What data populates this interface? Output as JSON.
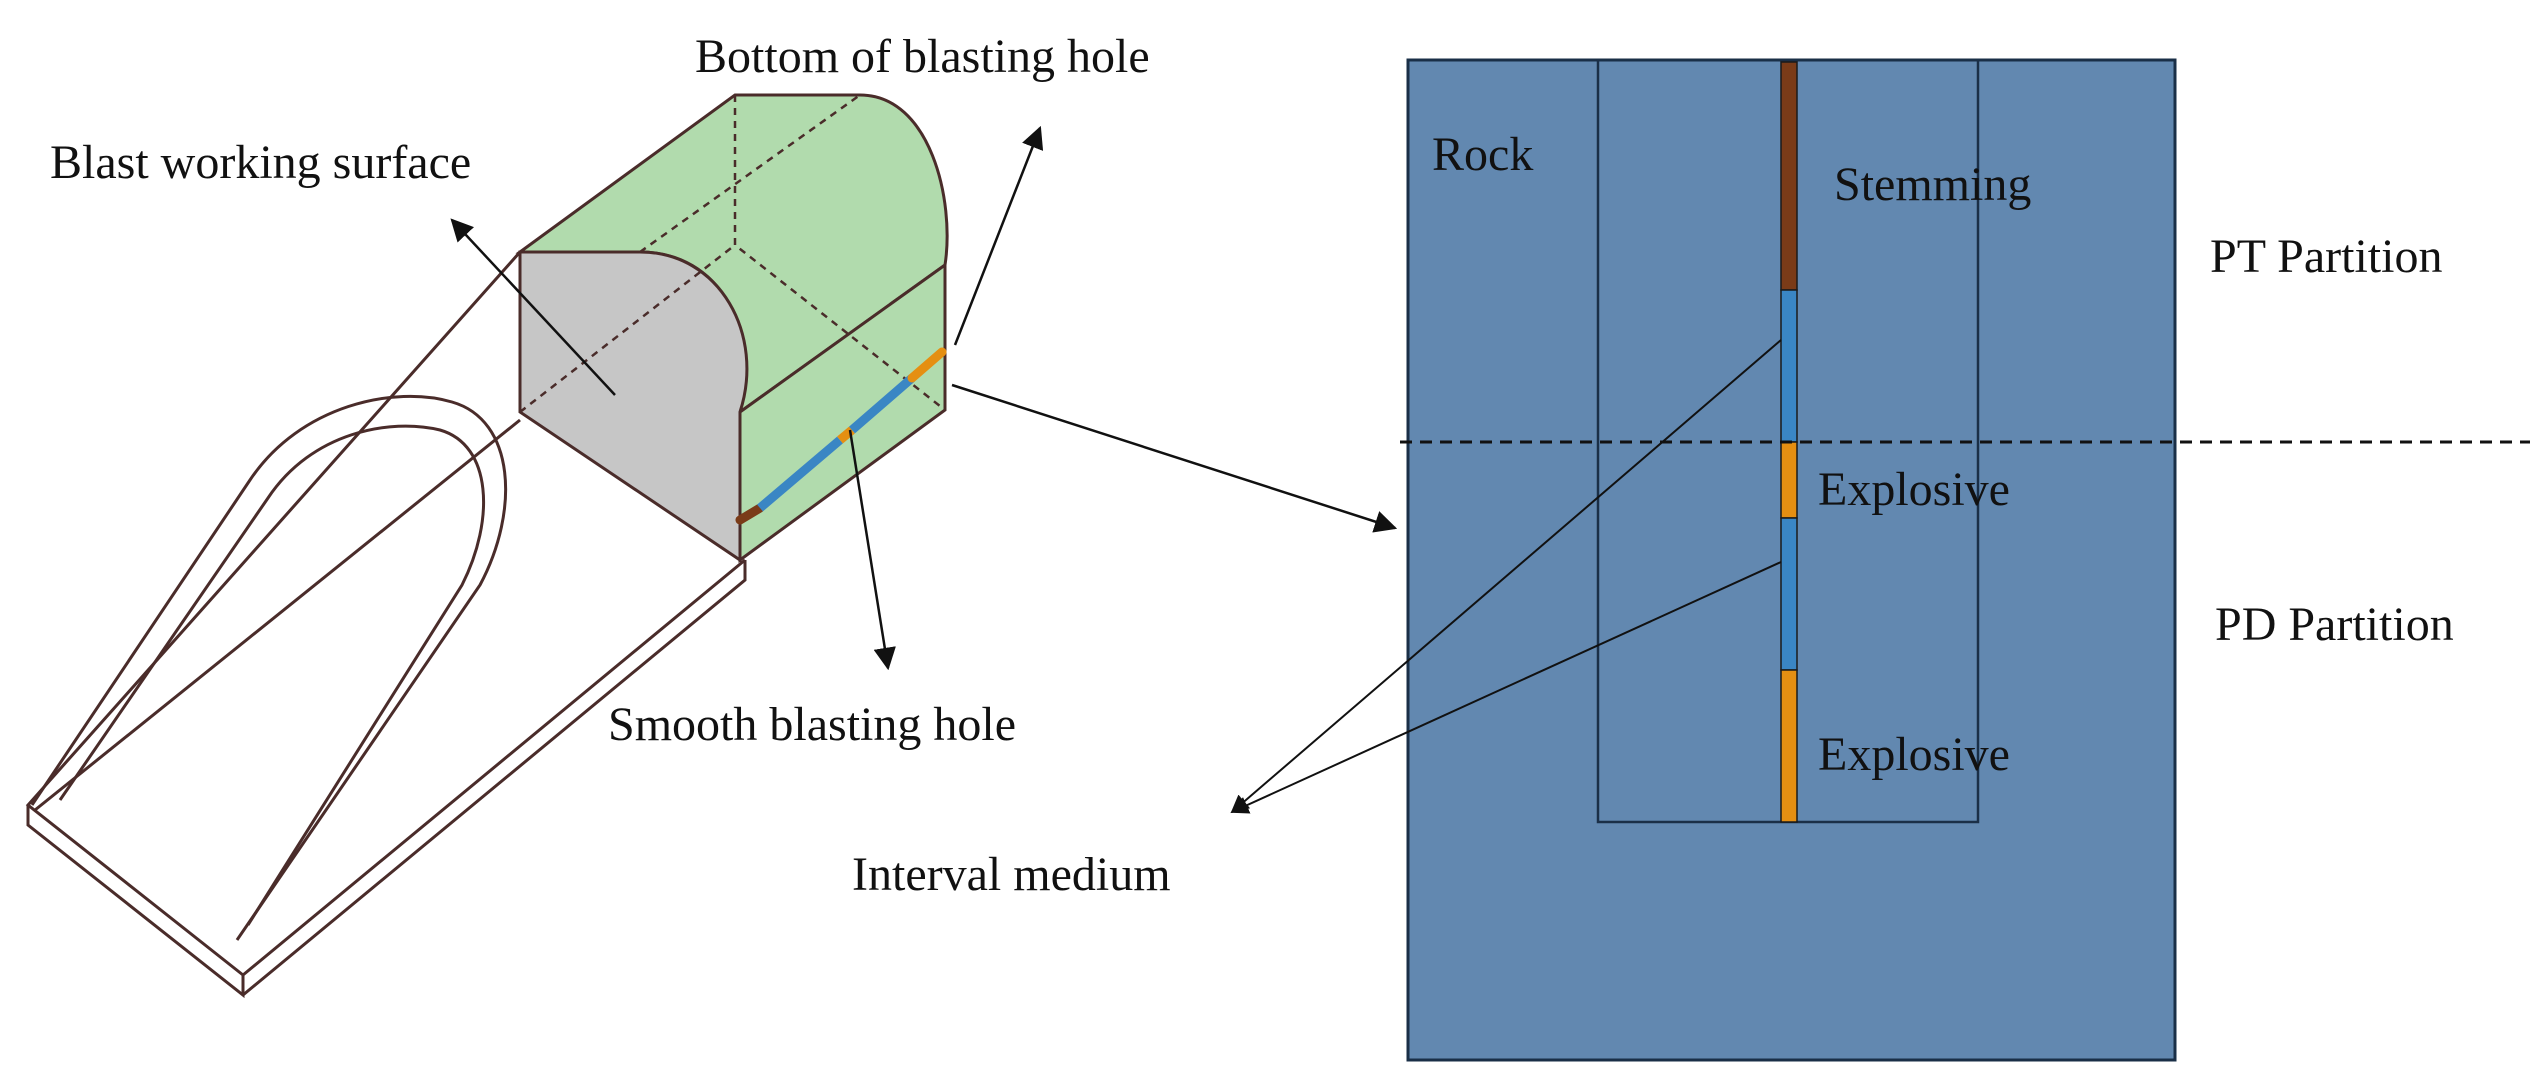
{
  "labels": {
    "blast_working_surface": "Blast working surface",
    "bottom_of_blasting_hole": "Bottom of  blasting hole",
    "smooth_blasting_hole": "Smooth blasting hole",
    "interval_medium": "Interval medium",
    "rock": "Rock",
    "stemming": "Stemming",
    "explosive_upper": "Explosive",
    "explosive_lower": "Explosive",
    "pt_partition": "PT Partition",
    "pd_partition": "PD Partition"
  },
  "colors": {
    "rock_block": "#6288b0",
    "tunnel_green": "#b1dbad",
    "working_face_grey": "#c6c6c6",
    "stemming_brown": "#7a3b18",
    "explosive_orange": "#e58f12",
    "interval_blue": "#3a86c4",
    "outline": "#4a2c2a"
  }
}
